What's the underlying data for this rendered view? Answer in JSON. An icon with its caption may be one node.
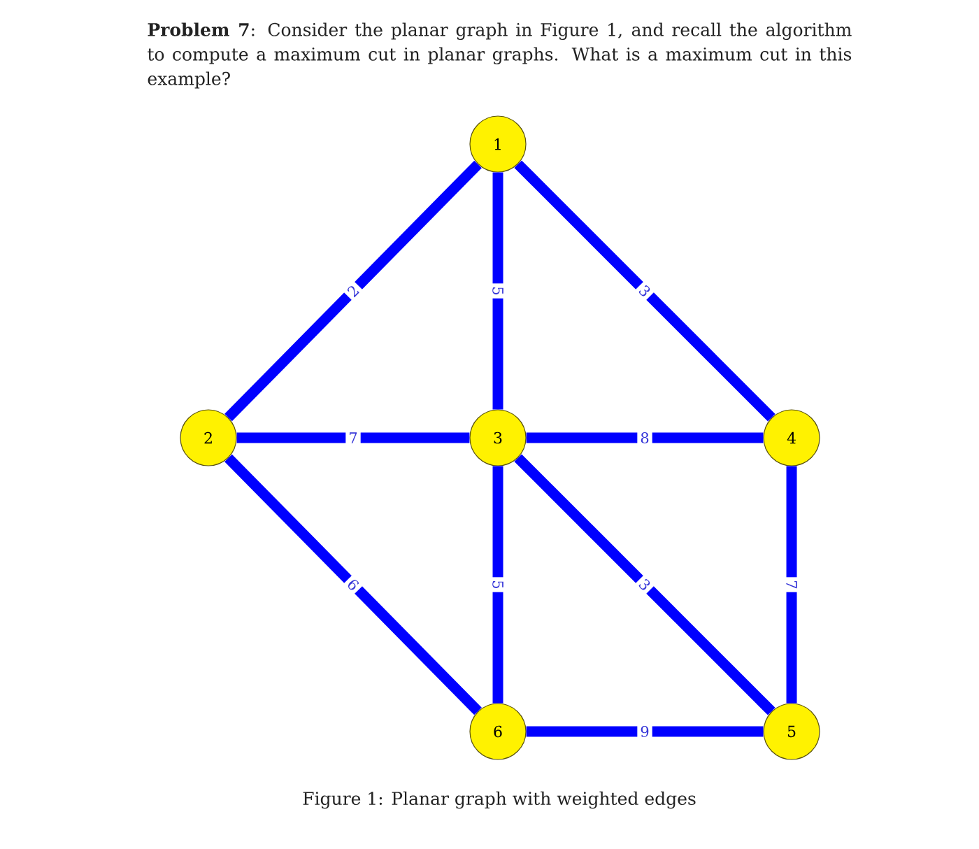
{
  "diagram": {
    "title": "**Problem 7**: Consider the planar graph in Figure 1, and recall the algorithm to compute a maximum cut in planar graphs. What is a maximum cut in this example?",
    "caption": "Figure 1: Planar graph with weighted edges",
    "nodes": [
      {
        "text": [
          "1"
        ]
      },
      {
        "text": [
          "2"
        ]
      },
      {
        "text": [
          "3"
        ]
      },
      {
        "text": [
          "4"
        ]
      },
      {
        "text": [
          "6"
        ]
      },
      {
        "text": [
          "5"
        ]
      }
    ],
    "edges": [
      {
        "from": 0,
        "to": 1,
        "arrow": "none",
        "label": "2"
      },
      {
        "from": 0,
        "to": 2,
        "arrow": "none",
        "label": "5"
      },
      {
        "from": 0,
        "to": 3,
        "arrow": "none",
        "label": "3"
      },
      {
        "from": 1,
        "to": 2,
        "arrow": "none",
        "label": "7"
      },
      {
        "from": 2,
        "to": 3,
        "arrow": "none",
        "label": "8"
      },
      {
        "from": 1,
        "to": 4,
        "arrow": "none",
        "label": "6"
      },
      {
        "from": 2,
        "to": 4,
        "arrow": "none",
        "label": "5"
      },
      {
        "from": 2,
        "to": 5,
        "arrow": "none",
        "label": "3"
      },
      {
        "from": 3,
        "to": 5,
        "arrow": "none",
        "label": "7"
      },
      {
        "from": 4,
        "to": 5,
        "arrow": "none",
        "label": "9"
      }
    ]
  }
}
